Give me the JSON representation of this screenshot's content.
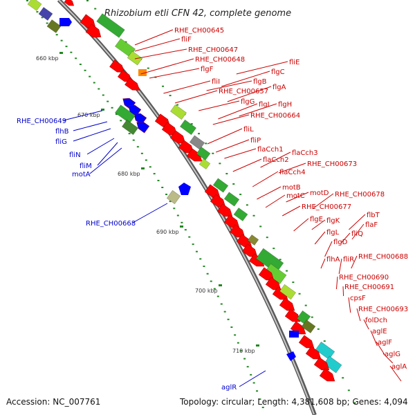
{
  "title": "Rhizobium etli CFN 42, complete genome",
  "footer": {
    "accession": "Accession: NC_007761",
    "summary": "Topology: circular; Length: 4,381,608 bp; Genes: 4,094"
  },
  "kbp_ticks": [
    "660 kbp",
    "670 kbp",
    "680 kbp",
    "690 kbp",
    "700 kbp",
    "710 kbp"
  ],
  "left_labels": [
    "RHE_CH00649",
    "flhB",
    "fliG",
    "fliN",
    "fliM",
    "motA",
    "RHE_CH00668",
    "aglR"
  ],
  "right_labels": [
    "RHE_CH00645",
    "fliF",
    "RHE_CH00647",
    "RHE_CH00648",
    "fliE",
    "flgF",
    "flgC",
    "fliI",
    "flgB",
    "flgA",
    "RHE_CH00657",
    "flgG",
    "flgI",
    "flgH",
    "RHE_CH00664",
    "fliL",
    "fliP",
    "flaCch1",
    "flaCch3",
    "flaCch2",
    "RHE_CH00673",
    "flaCch4",
    "motB",
    "motD",
    "RHE_CH00678",
    "motC",
    "RHE_CH00677",
    "flbT",
    "flgE",
    "flgK",
    "flaF",
    "flgL",
    "fliQ",
    "flgD",
    "RHE_CH00688",
    "flhA",
    "fliR",
    "RHE_CH00690",
    "RHE_CH00691",
    "cpsF",
    "RHE_CH00693",
    "folDch",
    "aglE",
    "aglF",
    "aglG",
    "aglA"
  ],
  "colors": {
    "label_left": "#0000cc",
    "label_right": "#cc0000",
    "backbone": "#8a8a8a",
    "gene_red": "#ff0000",
    "gene_blue": "#0000ff",
    "cds_green": "#33aa33",
    "tick_green": "#228822"
  }
}
